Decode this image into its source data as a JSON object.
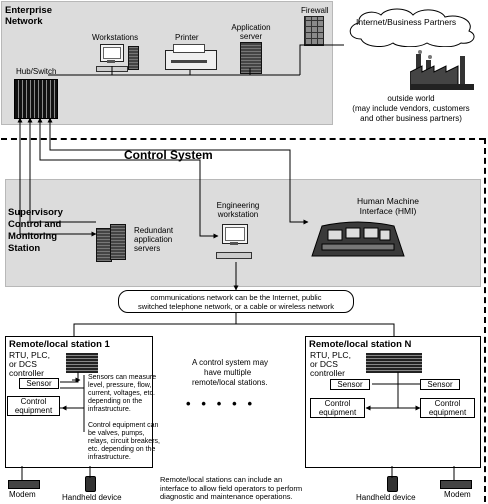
{
  "enterprise": {
    "title_line1": "Enterprise",
    "title_line2": "Network",
    "workstations": "Workstations",
    "printer": "Printer",
    "app_server_line1": "Application",
    "app_server_line2": "server",
    "firewall": "Firewall",
    "hub_switch": "Hub/Switch",
    "internet": "Internet/Business Partners",
    "outside_line1": "outside world",
    "outside_line2": "(may include vendors, customers",
    "outside_line3": "and other business partners)"
  },
  "control_system": {
    "title": "Control System"
  },
  "supervisory": {
    "title_line1": "Supervisory",
    "title_line2": "Control and",
    "title_line3": "Monitoring",
    "title_line4": "Station",
    "redundant_line1": "Redundant",
    "redundant_line2": "application",
    "redundant_line3": "servers",
    "eng_line1": "Engineering",
    "eng_line2": "workstation",
    "hmi_line1": "Human Machine",
    "hmi_line2": "Interface (HMI)"
  },
  "network": {
    "line1": "communications network can be the Internet, public",
    "line2": "switched telephone network, or a cable or wireless network"
  },
  "station1": {
    "title": "Remote/local station 1",
    "controller_line1": "RTU, PLC,",
    "controller_line2": "or DCS",
    "controller_line3": "controller",
    "sensor": "Sensor",
    "control_eq_line1": "Control",
    "control_eq_line2": "equipment",
    "sensor_note_line1": "Sensors can measure",
    "sensor_note_line2": "level, pressure, flow,",
    "sensor_note_line3": "current, voltages, etc.",
    "sensor_note_line4": "depending on the",
    "sensor_note_line5": "infrastructure.",
    "control_note_line1": "Control equipment can",
    "control_note_line2": "be valves, pumps,",
    "control_note_line3": "relays, circuit breakers,",
    "control_note_line4": "etc. depending on the",
    "control_note_line5": "infrastructure."
  },
  "stationN": {
    "title": "Remote/local station N",
    "controller_line1": "RTU, PLC,",
    "controller_line2": "or DCS",
    "controller_line3": "controller",
    "sensor_left": "Sensor",
    "sensor_right": "Sensor",
    "control_left_line1": "Control",
    "control_left_line2": "equipment",
    "control_right_line1": "Control",
    "control_right_line2": "equipment"
  },
  "middle": {
    "multi_line1": "A control system may",
    "multi_line2": "have multiple",
    "multi_line3": "remote/local stations.",
    "dots": "•   •   •   •   •",
    "bottom_line1": "Remote/local stations can include an",
    "bottom_line2": "interface to allow field operators to perform",
    "bottom_line3": "diagnostic and maintenance operations."
  },
  "bottom": {
    "modem_left": "Modem",
    "handheld_left": "Handheld device",
    "handheld_right": "Handheld device",
    "modem_right": "Modem"
  }
}
